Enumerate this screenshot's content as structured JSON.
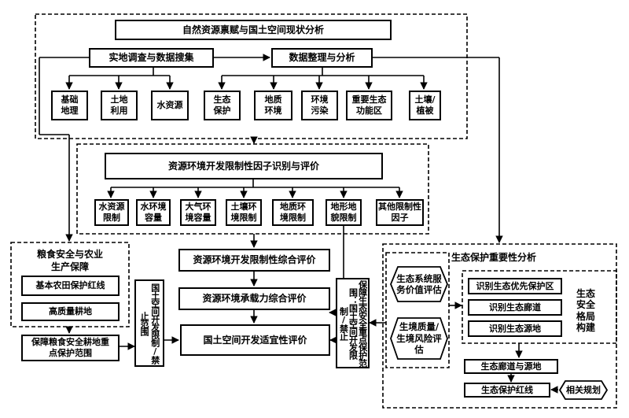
{
  "top": {
    "title": "自然资源禀赋与国土空间现状分析",
    "survey": "实地调查与数据搜集",
    "process": "数据整理与分析",
    "survey_items": [
      "基础\n地理",
      "土地\n利用",
      "水资源"
    ],
    "process_items": [
      "生态\n保护",
      "地质\n环境",
      "环境\n污染",
      "重要生态\n功能区",
      "土壤/\n植被"
    ]
  },
  "middle": {
    "title": "资源环境开发限制性因子识别与评价",
    "factors": [
      "水资源\n限制",
      "水环境\n容量",
      "大气环\n境容量",
      "土壤环\n境限制",
      "地质环\n境限制",
      "地形地\n貌限制",
      "其他限制性\n因子"
    ]
  },
  "center": {
    "eval1": "资源环境开发限制性综合评价",
    "eval2": "资源环境承载力综合评价",
    "eval3": "国土空间开发适宜性评价",
    "forbid": "国土空间开发限制/禁止范围",
    "eco_protect": "保障生态安全重点保护范围：国土空间开发限制/禁止"
  },
  "left": {
    "title": "粮食安全与农业\n生产保障",
    "redline": "基本农田保护红线",
    "quality": "高质量耕地",
    "focus": "保障粮食安全耕地重\n点保护范围"
  },
  "right": {
    "title": "生态保护重要性分析",
    "hex1": "生态系统服\n务价值评估",
    "hex2": "生境质量/\n生境风险评\n估",
    "identify": [
      "识别生态优先保护区",
      "识别生态廊道",
      "识别生态源地"
    ],
    "pattern": "生态\n安全\n格局\n构建",
    "corridor": "生态廊道与源地",
    "redline": "生态保护红线",
    "planning": "相关规划"
  }
}
